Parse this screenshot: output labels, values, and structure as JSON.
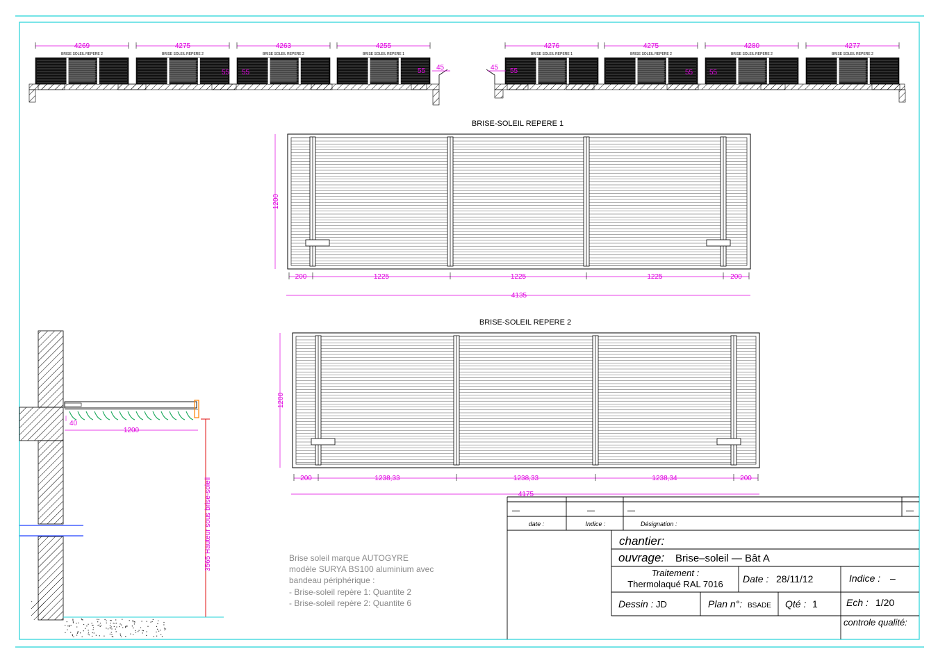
{
  "elevation_left": {
    "panels": [
      {
        "width": "4269",
        "label": "BRISE SOLEIL REPERE 2"
      },
      {
        "width": "4275",
        "label": "BRISE SOLEIL REPERE 2"
      },
      {
        "width": "4263",
        "label": "BRISE SOLEIL REPERE 2"
      },
      {
        "width": "4255",
        "label": "BRISE SOLEIL REPERE 1"
      }
    ],
    "gaps": [
      "55",
      "55"
    ],
    "gap_end": "55",
    "end_dim": "45"
  },
  "elevation_right": {
    "panels": [
      {
        "width": "4276",
        "label": "BRISE SOLEIL REPERE 1"
      },
      {
        "width": "4275",
        "label": "BRISE SOLEIL REPERE 2"
      },
      {
        "width": "4280",
        "label": "BRISE SOLEIL REPERE 2"
      },
      {
        "width": "4277",
        "label": "BRISE SOLEIL REPERE 2"
      }
    ],
    "start_dim": "45",
    "gap_start": "55",
    "gaps": [
      "55",
      "55"
    ]
  },
  "repere1": {
    "title": "BRISE-SOLEIL REPERE 1",
    "height": "1200",
    "bottom_dims": [
      "200",
      "1225",
      "1225",
      "1225",
      "200"
    ],
    "total": "4135"
  },
  "repere2": {
    "title": "BRISE-SOLEIL REPERE 2",
    "height": "1200",
    "bottom_dims": [
      "200",
      "1238,33",
      "1238,33",
      "1238,34",
      "200"
    ],
    "total": "4175"
  },
  "section": {
    "projection": "1200",
    "offset": "40",
    "height_label": "3565 Hauteur sous brise-soleil"
  },
  "note_lines": [
    "Brise soleil marque AUTOGYRE",
    "modèle SURYA BS100 aluminium avec",
    "bandeau périphérique :",
    "- Brise-soleil repère 1: Quantite 2",
    "- Brise-soleil repère 2: Quantite 6"
  ],
  "title_block": {
    "rev_cells": [
      "—",
      "—",
      "—",
      "—"
    ],
    "col_date": "date :",
    "col_indice": "Indice :",
    "col_designation": "Désignation :",
    "chantier": "chantier:",
    "ouvrage_label": "ouvrage:",
    "ouvrage_value": "Brise–soleil — Bât A",
    "traitement_label": "Traitement :",
    "traitement_value": "Thermolaqué RAL 7016",
    "date_label": "Date :",
    "date_value": "28/11/12",
    "indice_label": "Indice :",
    "indice_value": "–",
    "dessin_label": "Dessin :",
    "dessin_value": "JD",
    "plan_label": "Plan n°:",
    "plan_value": "BSADE",
    "qte_label": "Qté :",
    "qte_value": "1",
    "ech_label": "Ech :",
    "ech_value": "1/20",
    "controle": "controle qualité:"
  },
  "colors": {
    "frame": "#22d3d8",
    "dimension": "#e000e0",
    "ground_line": "#e01010",
    "bracket": "#ff8000",
    "blade": "#19a85a"
  }
}
